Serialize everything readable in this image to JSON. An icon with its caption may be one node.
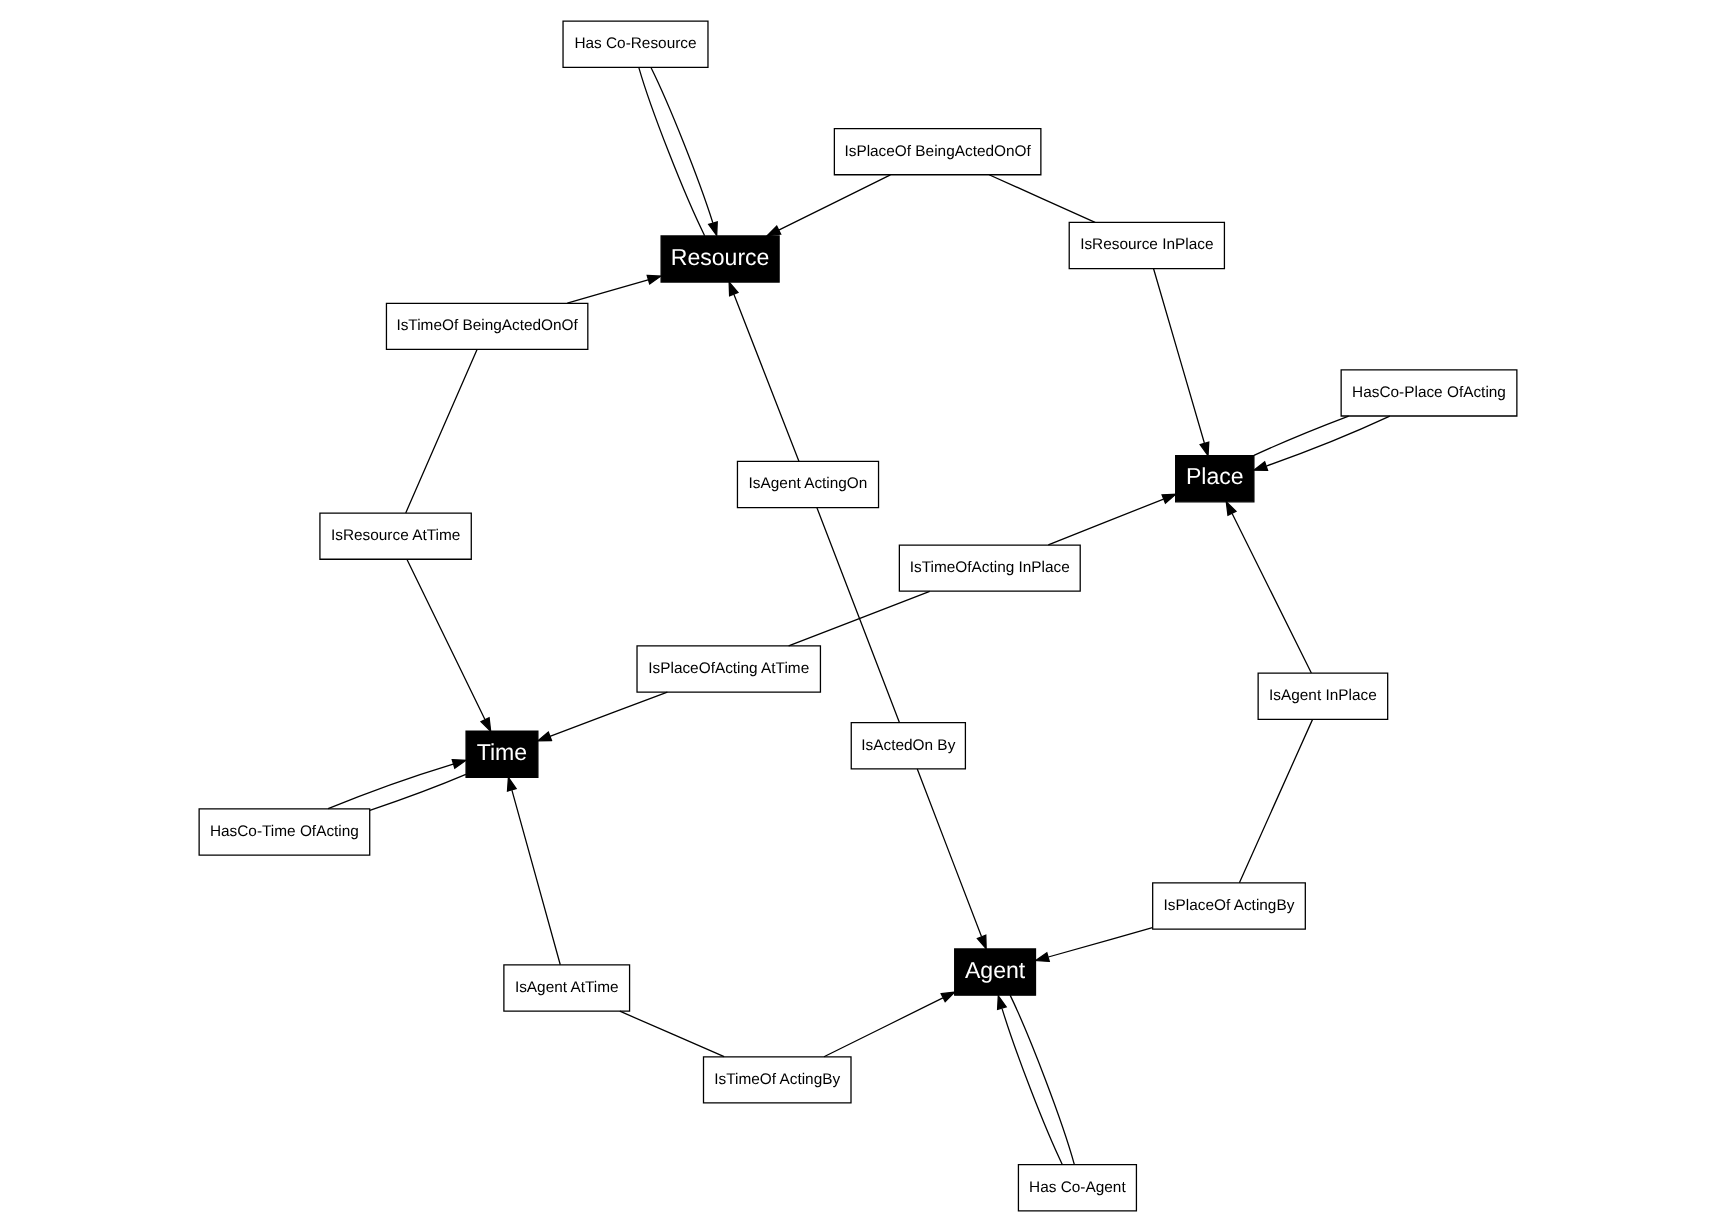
{
  "diagram": {
    "nodes": [
      {
        "text": [
          "Agent"
        ]
      },
      {
        "text": [
          "Has Co-Agent"
        ]
      },
      {
        "text": [
          "IsTimeOf ActingBy"
        ]
      },
      {
        "text": [
          "IsPlaceOf ActingBy"
        ]
      },
      {
        "text": [
          "IsActedOn By"
        ]
      },
      {
        "text": [
          "IsAgent AtTime"
        ]
      },
      {
        "text": [
          "IsAgent InPlace"
        ]
      },
      {
        "text": [
          "Time"
        ]
      },
      {
        "text": [
          "IsPlaceOfActing AtTime"
        ]
      },
      {
        "text": [
          "IsTimeOfActing InPlace"
        ]
      },
      {
        "text": [
          "Place"
        ]
      },
      {
        "text": [
          "HasCo-Time OfActing"
        ]
      },
      {
        "text": [
          "IsResource AtTime"
        ]
      },
      {
        "text": [
          "IsAgent ActingOn"
        ]
      },
      {
        "text": [
          "IsResource InPlace"
        ]
      },
      {
        "text": [
          "HasCo-Place OfActing"
        ]
      },
      {
        "text": [
          "IsTimeOf BeingActedOnOf"
        ]
      },
      {
        "text": [
          "IsPlaceOf BeingActedOnOf"
        ]
      },
      {
        "text": [
          "Has Co-Resource"
        ]
      },
      {
        "text": [
          "Resource"
        ]
      }
    ],
    "edges": [
      {
        "from": 0,
        "to": 1,
        "arrow": "none"
      },
      {
        "from": 1,
        "to": 0,
        "arrow": "to"
      },
      {
        "from": 2,
        "to": 0,
        "arrow": "to"
      },
      {
        "from": 2,
        "to": 5,
        "arrow": "none"
      },
      {
        "from": 5,
        "to": 7,
        "arrow": "to"
      },
      {
        "from": 3,
        "to": 0,
        "arrow": "to"
      },
      {
        "from": 3,
        "to": 6,
        "arrow": "none"
      },
      {
        "from": 6,
        "to": 10,
        "arrow": "to"
      },
      {
        "from": 4,
        "to": 0,
        "arrow": "to"
      },
      {
        "from": 4,
        "to": 13,
        "arrow": "none"
      },
      {
        "from": 13,
        "to": 19,
        "arrow": "to"
      },
      {
        "from": 8,
        "to": 7,
        "arrow": "to"
      },
      {
        "from": 8,
        "to": 9,
        "arrow": "none"
      },
      {
        "from": 9,
        "to": 10,
        "arrow": "to"
      },
      {
        "from": 7,
        "to": 11,
        "arrow": "none"
      },
      {
        "from": 11,
        "to": 7,
        "arrow": "to"
      },
      {
        "from": 12,
        "to": 7,
        "arrow": "to"
      },
      {
        "from": 12,
        "to": 16,
        "arrow": "none"
      },
      {
        "from": 16,
        "to": 19,
        "arrow": "to"
      },
      {
        "from": 14,
        "to": 10,
        "arrow": "to"
      },
      {
        "from": 14,
        "to": 17,
        "arrow": "none"
      },
      {
        "from": 17,
        "to": 19,
        "arrow": "to"
      },
      {
        "from": 10,
        "to": 15,
        "arrow": "none"
      },
      {
        "from": 15,
        "to": 10,
        "arrow": "to"
      },
      {
        "from": 19,
        "to": 18,
        "arrow": "none"
      },
      {
        "from": 18,
        "to": 19,
        "arrow": "to"
      }
    ]
  }
}
